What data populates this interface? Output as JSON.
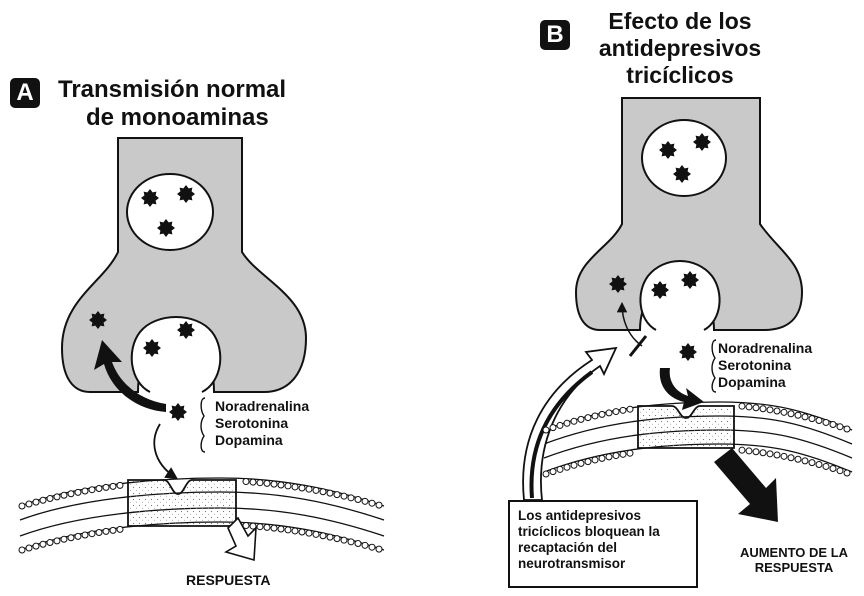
{
  "panel_a": {
    "badge": "A",
    "title_lines": [
      "Transmisión normal",
      "de monoaminas"
    ],
    "neurotransmitters": [
      "Noradrenalina",
      "Serotonina",
      "Dopamina"
    ],
    "response_label": "RESPUESTA"
  },
  "panel_b": {
    "badge": "B",
    "title_lines": [
      "Efecto de los",
      "antidepresivos",
      "tricíclicos"
    ],
    "neurotransmitters": [
      "Noradrenalina",
      "Serotonina",
      "Dopamina"
    ],
    "note_lines": [
      "Los antidepresivos",
      "tricíclicos bloquean la",
      "recaptación del",
      "neurotransmisor"
    ],
    "response_label_lines": [
      "AUMENTO DE LA",
      "RESPUESTA"
    ]
  },
  "colors": {
    "neuron_fill": "#c9c9c9",
    "ink": "#111111",
    "receptor_fill": "#f2f2f2"
  }
}
